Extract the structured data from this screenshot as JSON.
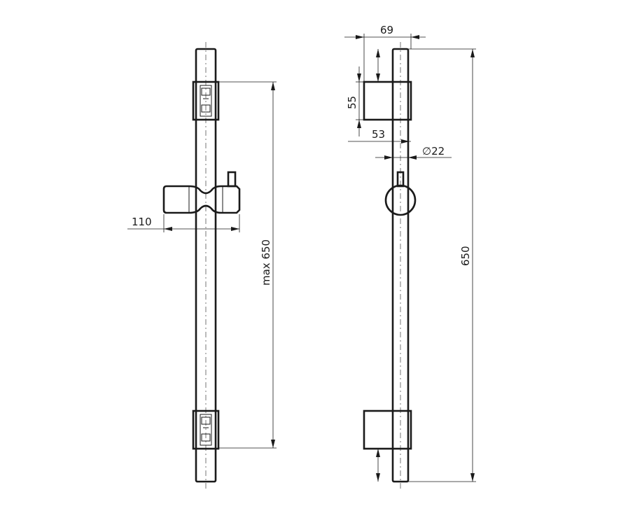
{
  "left_view": {
    "dim_slider_width": "110",
    "dim_max_height": "max 650"
  },
  "right_view": {
    "dim_bracket_depth": "69",
    "dim_bracket_height": "55",
    "dim_bracket_offset": "53",
    "dim_rail_diameter": "∅22",
    "dim_total_height": "650"
  }
}
